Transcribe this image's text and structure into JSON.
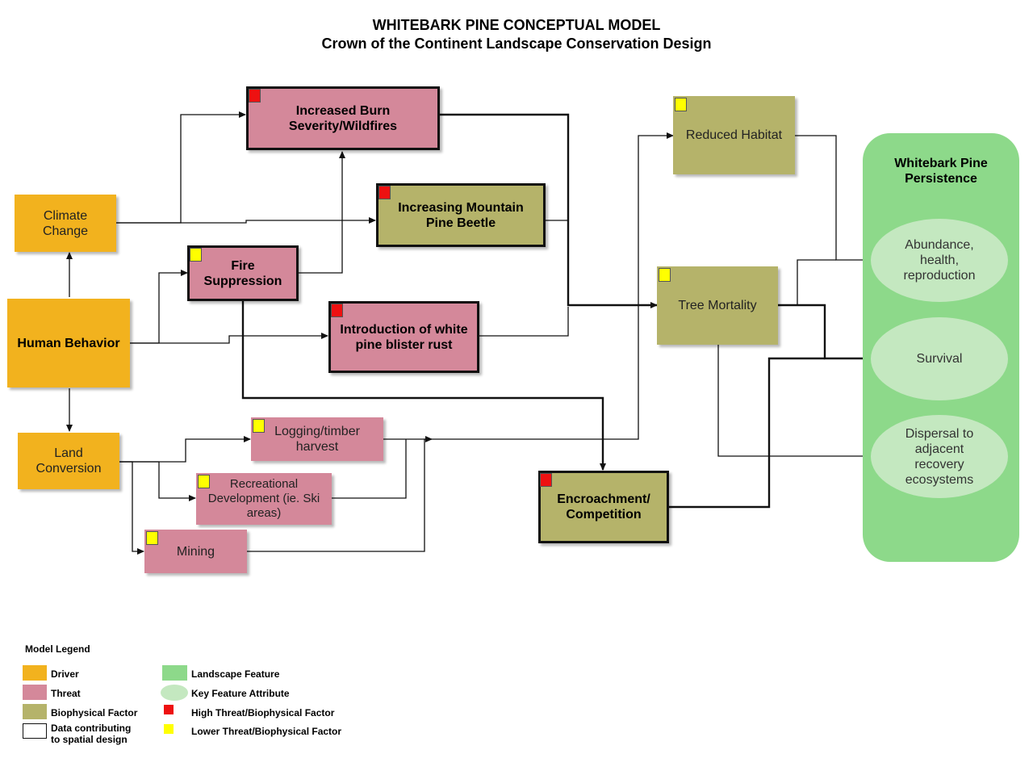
{
  "title": {
    "line1": "WHITEBARK PINE CONCEPTUAL MODEL",
    "line2": "Crown of the Continent Landscape Conservation Design"
  },
  "colors": {
    "driver": "#f2b21e",
    "threat": "#d4889a",
    "biophysical": "#b5b36a",
    "landscape": "#8dd98a",
    "attribute": "#c4e8c0",
    "high_flag": "#ee1111",
    "low_flag": "#ffff00"
  },
  "nodes": {
    "climate_change": "Climate Change",
    "human_behavior": "Human Behavior",
    "land_conversion": "Land Conversion",
    "increased_burn": "Increased Burn Severity/Wildfires",
    "mountain_pine_beetle": "Increasing Mountain Pine Beetle",
    "fire_suppression": "Fire Suppression",
    "blister_rust": "Introduction of white pine blister rust",
    "logging": "Logging/timber harvest",
    "recreational": "Recreational Development (ie. Ski areas)",
    "mining": "Mining",
    "reduced_habitat": "Reduced Habitat",
    "tree_mortality": "Tree Mortality",
    "encroachment": "Encroachment/ Competition"
  },
  "persistence": {
    "title": "Whitebark Pine Persistence",
    "attributes": [
      "Abundance, health, reproduction",
      "Survival",
      "Dispersal to adjacent recovery ecosystems"
    ]
  },
  "legend": {
    "title": "Model Legend",
    "items": [
      "Driver",
      "Threat",
      "Biophysical Factor",
      "Data contributing to spatial design",
      "Landscape Feature",
      "Key Feature Attribute",
      "High Threat/Biophysical Factor",
      "Lower Threat/Biophysical Factor"
    ]
  }
}
